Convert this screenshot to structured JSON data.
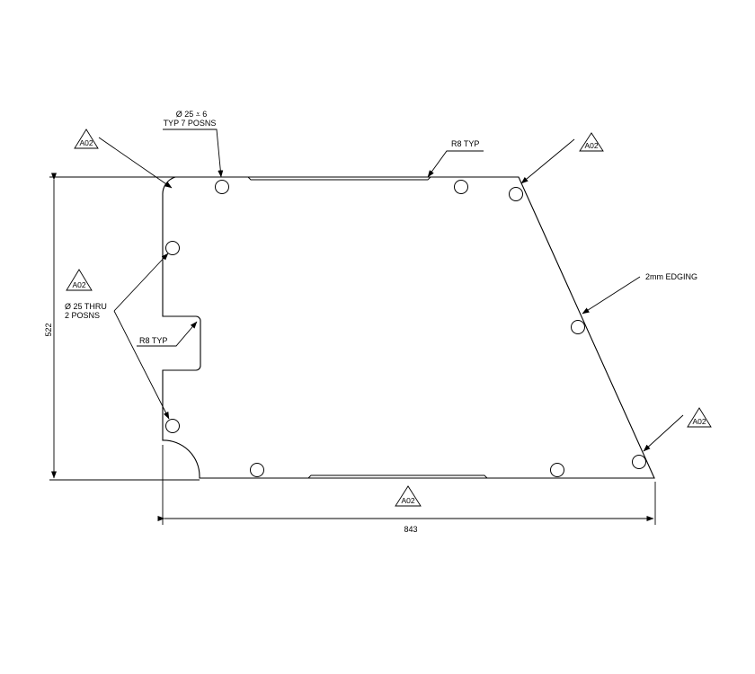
{
  "dimensions": {
    "height_label": "522",
    "width_label": "843"
  },
  "callouts": {
    "blind_hole_line1": "Ø 25 ⩡ 6",
    "blind_hole_line2": "TYP 7 POSNS",
    "thru_hole_line1": "Ø 25 THRU",
    "thru_hole_line2": "2 POSNS",
    "radius_top": "R8 TYP",
    "radius_notch": "R8 TYP",
    "edging": "2mm EDGING"
  },
  "tags": {
    "top_left": "A02",
    "top_right": "A02",
    "left": "A02",
    "bottom_right": "A02",
    "bottom": "A02"
  }
}
